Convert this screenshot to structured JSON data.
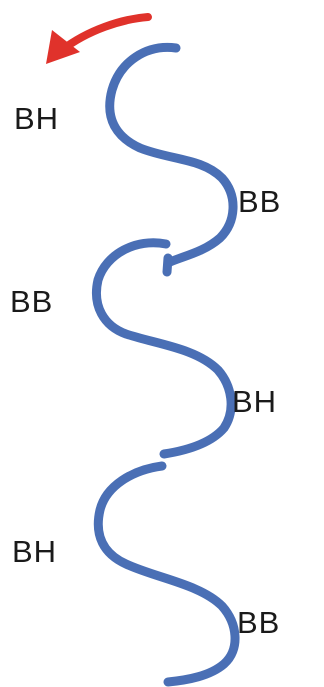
{
  "labels": [
    "BH",
    "BB",
    "BB",
    "BH",
    "BH",
    "BB"
  ],
  "colors": {
    "strand": "#4a6fb5",
    "arrow": "#e0322b",
    "text": "#1a1a1a"
  },
  "icons": {
    "direction_arrow": "curved-arrow-icon"
  }
}
